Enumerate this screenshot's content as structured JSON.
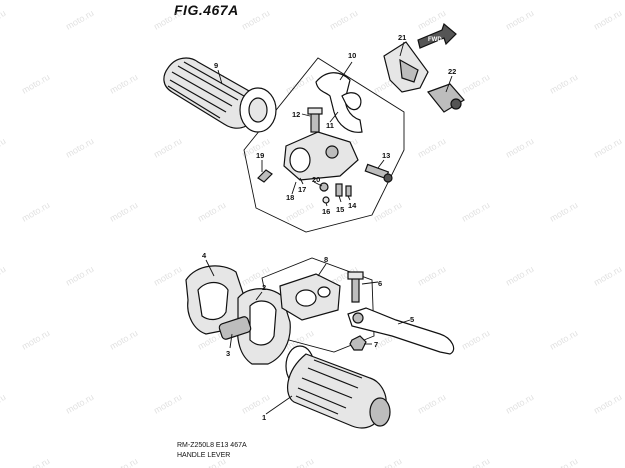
{
  "figure": {
    "title": "FIG.467A",
    "footer_line1": "RM-Z250L8 E13 467A",
    "footer_line2": "HANDLE LEVER",
    "fwd_label": "FWD",
    "watermark": "moto.ru"
  },
  "callouts": [
    "9",
    "10",
    "21",
    "22",
    "12",
    "11",
    "19",
    "13",
    "17",
    "20",
    "18",
    "16",
    "15",
    "14",
    "4",
    "8",
    "2",
    "6",
    "5",
    "7",
    "3",
    "1"
  ],
  "colors": {
    "line": "#111111",
    "watermark": "#bdbdbd",
    "background": "#ffffff"
  }
}
